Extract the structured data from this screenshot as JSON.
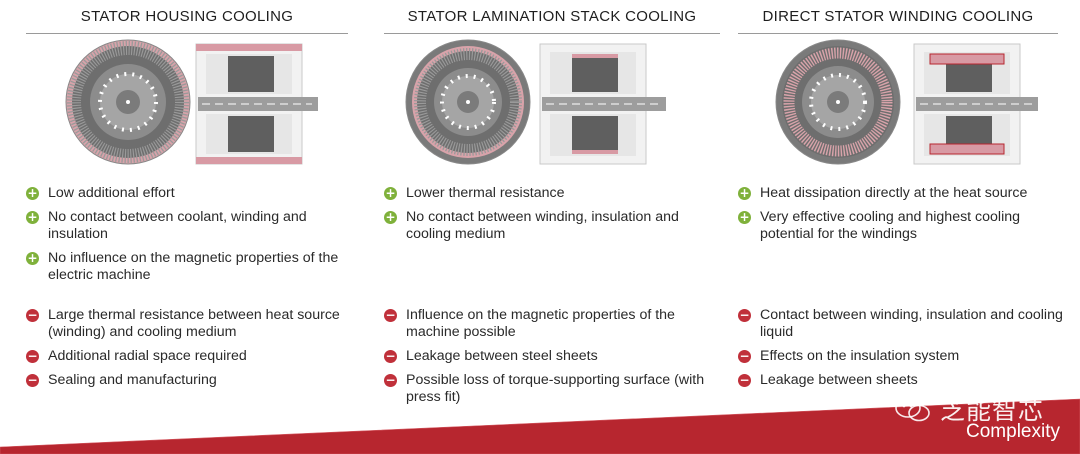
{
  "columns": [
    {
      "title": "STATOR HOUSING COOLING",
      "pros": [
        "Low additional effort",
        "No contact between coolant, winding and insulation",
        "No influence on the magnetic properties of the electric machine"
      ],
      "cons": [
        "Large thermal resistance between heat source (winding) and cooling medium",
        "Additional radial space required",
        "Sealing and manufacturing"
      ]
    },
    {
      "title": "STATOR LAMINATION STACK COOLING",
      "pros": [
        "Lower thermal resistance",
        "No contact between winding, insulation and cooling medium"
      ],
      "cons": [
        "Influence on the magnetic properties of the machine possible",
        "Leakage between steel sheets",
        "Possible loss of torque-supporting surface (with press fit)"
      ]
    },
    {
      "title": "DIRECT STATOR WINDING COOLING",
      "pros": [
        "Heat dissipation directly at the heat source",
        "Very effective cooling and highest cooling potential for the windings"
      ],
      "cons": [
        "Contact between winding, insulation and cooling liquid",
        "Effects on the insulation system",
        "Leakage between sheets"
      ]
    }
  ],
  "watermark": {
    "text": "芝能智芯",
    "subtitle": "Complexity"
  },
  "colors": {
    "accent_red": "#b7262f",
    "pro_green": "#7fb13b",
    "con_red": "#c0303a",
    "coolant_pink": "#e8a6b0"
  },
  "icons": [
    "plus-icon",
    "minus-icon",
    "wechat-icon"
  ]
}
